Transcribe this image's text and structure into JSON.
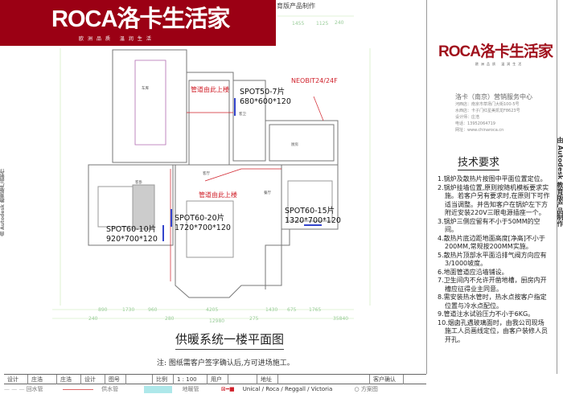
{
  "banner": {
    "logo": "ROCA洛卡生活家",
    "slogan": "欧洲品质 温润生活",
    "brand_color": "#9b0014"
  },
  "edu_text": "育版产品制作",
  "vertical_text": "由 Autodesk 教育版产品制作",
  "company": {
    "logo": "ROCA洛卡生活家",
    "logo_sub": "欧洲品质 温润生活",
    "center": "洛卡（南京）营销服务中心",
    "lines": [
      "河西店：南京市草场门大街100-5号",
      "水西店：卡子门红星美凯龙F8623号",
      "设计师：庄浩",
      "电话：13952064719",
      "网址：www.chinaroca.cn"
    ]
  },
  "tech": {
    "title": "技术要求",
    "items": [
      "1.锅炉及散热片按图中平面位置定位。",
      "2.锅炉挂墙位置,原则按随机模板要求实施。若客户另有要求时,在原则下可作适当调整。并告知客户在锅炉左下方附近安装220V三眼电源插座一个。",
      "3.锅炉三侧应留有不小于50MM的空间。",
      "4.散热片底边距地面高度[净高]不小于200MM,常规按200MM实施。",
      "5.散热片顶部水平面沿排气阀方向应有3/1000坡度。",
      "6.地面管道应沿墙铺设。",
      "7.卫生间内不允许开凿地槽，厨房内开槽应征得业主同意。",
      "8.需安装热水管时，热水点按客户指定位置与冷水点配位。",
      "9.管道注水试验压力不小于6KG。",
      "10.烟囱孔遇玻璃面时，由我公司现场施工人员画线定位，由客户装修人员开孔。"
    ]
  },
  "plan": {
    "pipe_up_1": "管道由此上楼",
    "pipe_up_2": "管道由此上楼",
    "boiler": "NEOBIT24/24F",
    "rad1": {
      "model": "SPOT50-7片",
      "size": "680*600*120"
    },
    "rad2": {
      "model": "SPOT60-20片",
      "size": "1720*700*120"
    },
    "rad3": {
      "model": "SPOT60-10片",
      "size": "920*700*120"
    },
    "rad4": {
      "model": "SPOT60-15片",
      "size": "1320*700*120"
    },
    "rooms": {
      "garage": "车库",
      "bath": "客卫",
      "kitchen": "厨房",
      "living": "客厅",
      "dining": "餐厅",
      "bedroom": "客卧"
    },
    "top_dims": [
      "1455",
      "1125",
      "240"
    ],
    "bottom_dims": [
      "890",
      "1730",
      "960",
      "4205",
      "1430",
      "675",
      "1765"
    ],
    "bottom_dims2": [
      "240",
      "280",
      "12980",
      "275",
      "35840"
    ],
    "title": "供暖系统一楼平面图",
    "note": "注: 图纸需客户签字确认后,方可进场施工。"
  },
  "table": {
    "cells": [
      "设计",
      "庄浩",
      "庄浩",
      "设计",
      "图号",
      "",
      "比例",
      "1 : 100",
      "用户",
      "",
      "地址",
      "",
      "客户确认",
      ""
    ]
  },
  "legend": {
    "return": "回水管",
    "supply": "供水管",
    "floor": "地暖管",
    "unit": "Unical / Roca / Reggall / Victoria",
    "plan": "方案图"
  }
}
